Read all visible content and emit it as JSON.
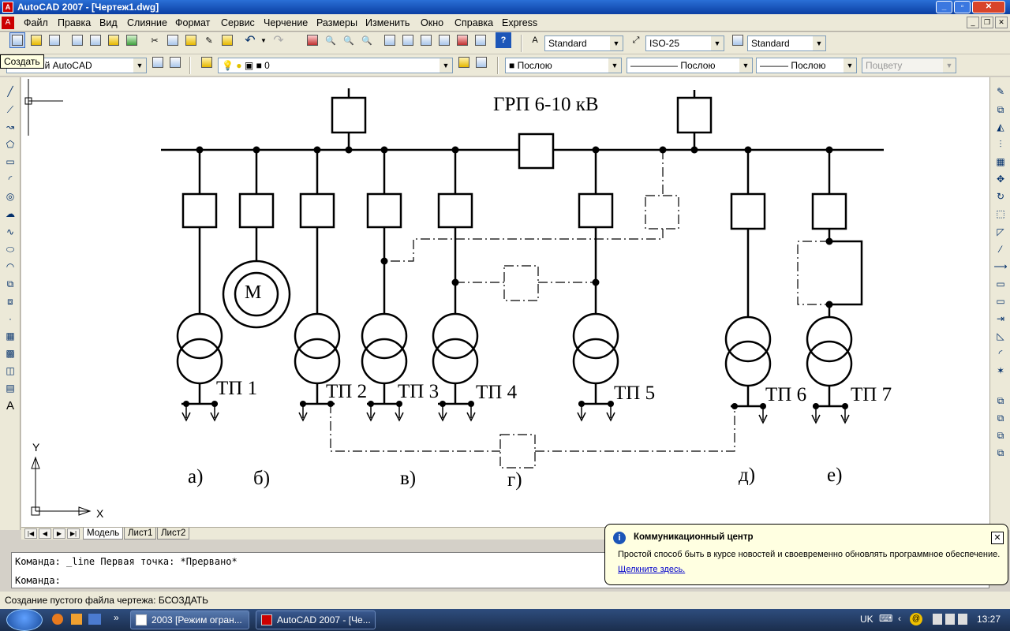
{
  "title": "AutoCAD 2007 - [Чертеж1.dwg]",
  "menu": [
    "Файл",
    "Правка",
    "Вид",
    "Слияние",
    "Формат",
    "Сервис",
    "Черчение",
    "Размеры",
    "Изменить",
    "Окно",
    "Справка",
    "Express"
  ],
  "toolbar": {
    "text_style": "Standard",
    "dim_style": "ISO-25",
    "table_style": "Standard",
    "workspace": "сический AutoCAD",
    "layer": "0",
    "color": "Послою",
    "linetype": "Послою",
    "lineweight": "Послою",
    "plotstyle": "Поцвету"
  },
  "tooltip": "Создать",
  "drawing": {
    "title": "ГРП 6-10 кВ",
    "motor": "М",
    "tp": [
      "ТП 1",
      "ТП 2",
      "ТП 3",
      "ТП 4",
      "ТП 5",
      "ТП 6",
      "ТП 7"
    ],
    "variants": [
      "а)",
      "б)",
      "в)",
      "г)",
      "д)",
      "е)"
    ],
    "ucs_x": "X",
    "ucs_y": "Y"
  },
  "tabs": [
    "Модель",
    "Лист1",
    "Лист2"
  ],
  "command": {
    "line1": "Команда: _line Первая точка: *Прервано*",
    "line2": "Команда:"
  },
  "status": "Создание пустого файла чертежа: БСОЗДАТЬ",
  "balloon": {
    "title": "Коммуникационный центр",
    "text": "Простой способ быть в курсе новостей и своевременно обновлять программное обеспечение.",
    "link": "Щелкните здесь."
  },
  "taskbar": {
    "tasks": [
      "2003 [Режим огран...",
      "AutoCAD 2007 - [Че..."
    ],
    "lang": "UK",
    "time": "13:27"
  },
  "colors": {
    "titlebar": "#0b3fa3",
    "canvas": "#ffffff",
    "drawing": "#000000"
  }
}
